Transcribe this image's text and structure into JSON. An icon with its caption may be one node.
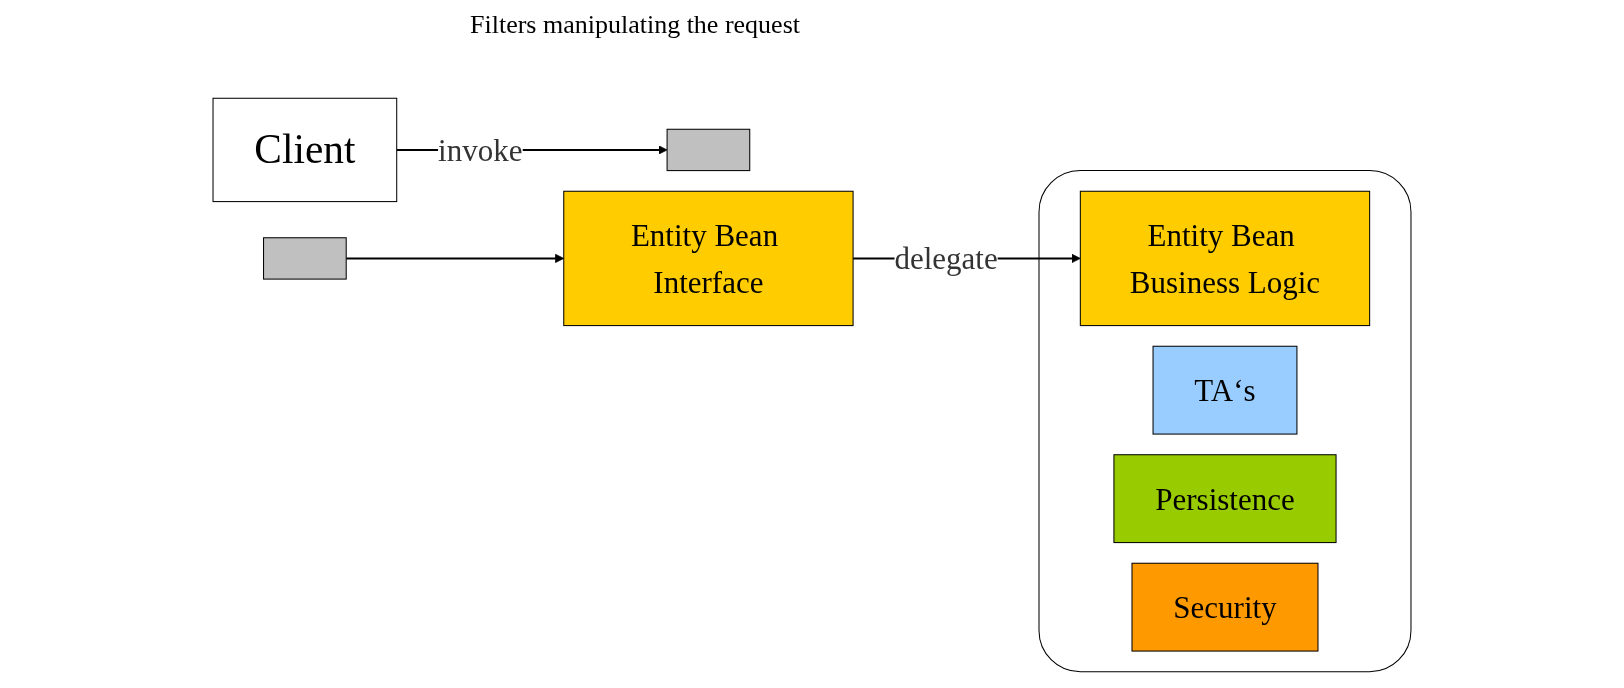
{
  "diagram": {
    "nodes": [
      {
        "text": [
          "Client"
        ]
      },
      {
        "text": [],
        "shape": "bar"
      },
      {
        "text": [],
        "shape": "bar"
      },
      {
        "text": [],
        "shape": "box"
      },
      {
        "text": [
          "Entity Bean Interface"
        ]
      },
      {
        "text": [
          "Entity Bean Business Logic"
        ],
        "in": 3
      },
      {
        "text": [
          "TA‘s"
        ],
        "in": 3
      },
      {
        "text": [
          "Persistence"
        ],
        "in": 3
      },
      {
        "text": [
          "Security"
        ],
        "in": 3
      }
    ],
    "edges": [
      {
        "from": 0,
        "to": 1,
        "arrow": "to",
        "label": "invoke"
      },
      {
        "from": 2,
        "to": 4,
        "arrow": "to"
      },
      {
        "from": 4,
        "to": 5,
        "arrow": "to",
        "label": "delegate"
      }
    ],
    "labels": [
      "Filters manipulating the request"
    ]
  }
}
